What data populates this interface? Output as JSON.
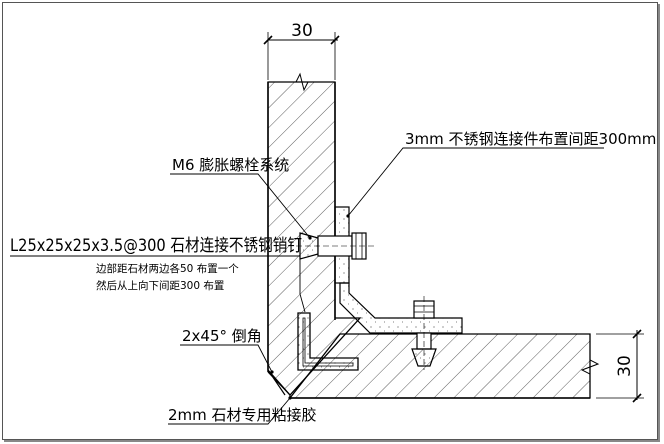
{
  "drawing": {
    "dimension_top": "30",
    "dimension_right": "30",
    "label_connector": "3mm 不锈钢连接件布置间距300mm",
    "label_bolt": "M6 膨胀螺栓系统",
    "label_angle_line1": "L25x25x25x3.5@300 石材连接不锈钢销钉",
    "label_angle_line2": "边部距石材两边各50 布置一个",
    "label_angle_line3": "然后从上向下间距300 布置",
    "label_chamfer": "2x45° 倒角",
    "label_adhesive": "2mm 石材专用粘接胶"
  }
}
